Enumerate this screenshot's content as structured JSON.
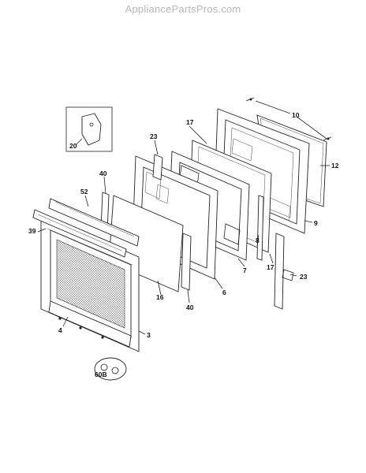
{
  "watermark": "AppliancePartsPros.com",
  "callouts": {
    "c10": "10",
    "c12": "12",
    "c9": "9",
    "c17a": "17",
    "c17b": "17",
    "c23a": "23",
    "c23b": "23",
    "c20": "20",
    "c40a": "40",
    "c40b": "40",
    "c52": "52",
    "c39": "39",
    "c8": "8",
    "c7": "7",
    "c6": "6",
    "c16": "16",
    "c3": "3",
    "c4": "4",
    "c60b": "60B"
  }
}
